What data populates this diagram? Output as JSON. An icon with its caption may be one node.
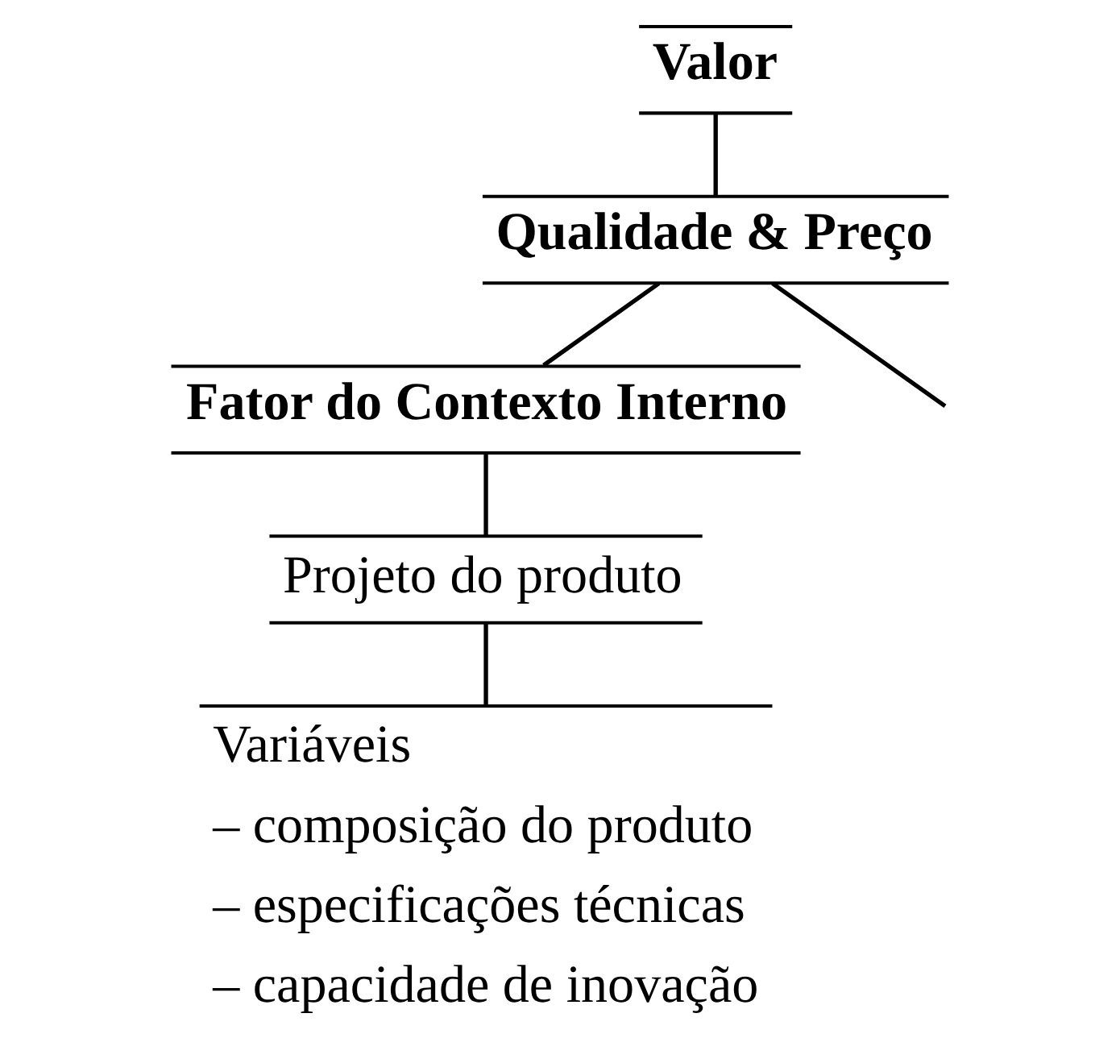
{
  "diagram": {
    "nodes": [
      {
        "text": [
          "Valor"
        ]
      },
      {
        "text": [
          "Qualidade & Preço"
        ]
      },
      {
        "text": [
          "Fator do Contexto Interno"
        ]
      },
      {
        "text": [
          "Projeto do produto"
        ]
      },
      {
        "text": [
          "Variáveis",
          "– composição do produto",
          "– especificações técnicas",
          "– capacidade de inovação"
        ]
      }
    ],
    "edges": [
      {
        "from": 0,
        "to": 1,
        "arrow": "none"
      },
      {
        "from": 1,
        "to": 2,
        "arrow": "none"
      },
      {
        "from": 1,
        "to": null,
        "arrow": "none"
      },
      {
        "from": 2,
        "to": 3,
        "arrow": "none"
      },
      {
        "from": 3,
        "to": 4,
        "arrow": "none"
      }
    ]
  }
}
